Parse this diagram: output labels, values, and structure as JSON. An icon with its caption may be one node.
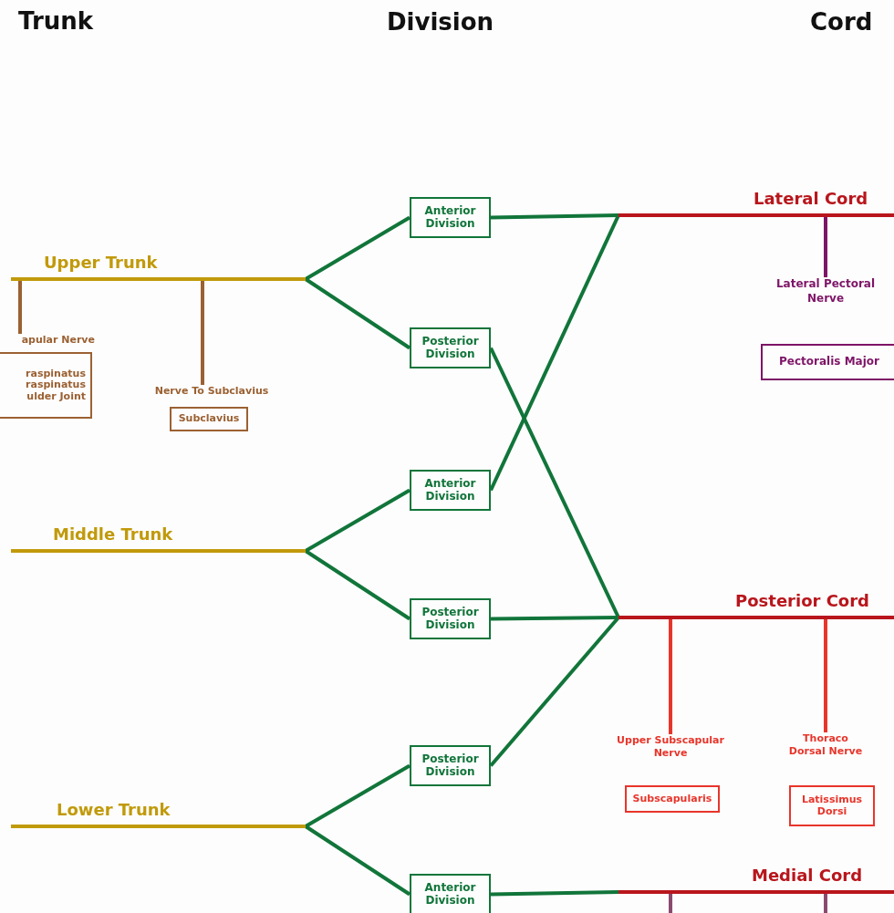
{
  "diagram": {
    "nodes": [
      {
        "text": [
          "Upper Trunk"
        ]
      },
      {
        "text": [
          "apular Nerve"
        ]
      },
      {
        "text": [
          "raspinatus",
          "raspinatus",
          "ulder Joint"
        ]
      },
      {
        "text": [
          "Nerve To Subclavius"
        ]
      },
      {
        "text": [
          "Subclavius"
        ]
      },
      {
        "text": [
          "Middle Trunk"
        ]
      },
      {
        "text": [
          "Lower Trunk"
        ]
      },
      {
        "text": [
          "Anterior Division"
        ]
      },
      {
        "text": [
          "Posterior Division"
        ]
      },
      {
        "text": [
          "Anterior Division"
        ]
      },
      {
        "text": [
          "Posterior Division"
        ]
      },
      {
        "text": [
          "Posterior Division"
        ]
      },
      {
        "text": [
          "Anterior Division"
        ]
      },
      {
        "text": [
          "Lateral Cord"
        ]
      },
      {
        "text": [
          "Lateral Pectoral Nerve"
        ]
      },
      {
        "text": [
          "Pectoralis Major"
        ]
      },
      {
        "text": [
          "Posterior Cord"
        ]
      },
      {
        "text": [
          "Upper Subscapular Nerve"
        ]
      },
      {
        "text": [
          "Subscapularis"
        ]
      },
      {
        "text": [
          "Thoraco Dorsal Nerve"
        ]
      },
      {
        "text": [
          "Latissimus Dorsi"
        ]
      },
      {
        "text": [
          "Medial Cord"
        ]
      }
    ],
    "edges": [
      {
        "from": 0,
        "to": 7,
        "arrow": "none"
      },
      {
        "from": 0,
        "to": 8,
        "arrow": "none"
      },
      {
        "from": 5,
        "to": 9,
        "arrow": "none"
      },
      {
        "from": 5,
        "to": 10,
        "arrow": "none"
      },
      {
        "from": 6,
        "to": 11,
        "arrow": "none"
      },
      {
        "from": 6,
        "to": 12,
        "arrow": "none"
      },
      {
        "from": 7,
        "to": 13,
        "arrow": "none"
      },
      {
        "from": 9,
        "to": 13,
        "arrow": "none"
      },
      {
        "from": 8,
        "to": 16,
        "arrow": "none"
      },
      {
        "from": 10,
        "to": 16,
        "arrow": "none"
      },
      {
        "from": 11,
        "to": 16,
        "arrow": "none"
      },
      {
        "from": 12,
        "to": 21,
        "arrow": "none"
      },
      {
        "from": 0,
        "to": 1,
        "arrow": "none",
        "color": "#9b6132"
      },
      {
        "from": 0,
        "to": 3,
        "arrow": "none",
        "color": "#9b6132"
      },
      {
        "from": 13,
        "to": 14,
        "arrow": "none",
        "color": "#7e1467"
      },
      {
        "from": 16,
        "to": 17,
        "arrow": "none",
        "color": "#e8352b"
      },
      {
        "from": 16,
        "to": 19,
        "arrow": "none",
        "color": "#e8352b"
      },
      {
        "from": 21,
        "to": null,
        "arrow": "none",
        "color": "#8a4a70"
      },
      {
        "from": 21,
        "to": null,
        "arrow": "none",
        "color": "#8a4a70"
      }
    ],
    "labels": [
      "Trunk",
      "Division",
      "Cord"
    ]
  }
}
